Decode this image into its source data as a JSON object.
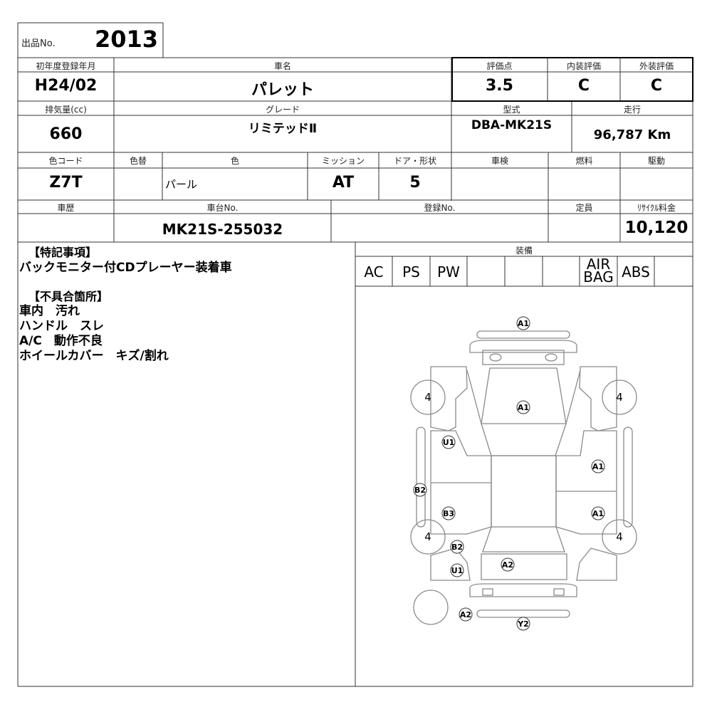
{
  "lot": {
    "label": "出品No.",
    "value": "2013"
  },
  "row1": {
    "reg_label": "初年度登録年月",
    "reg_value": "H24/02",
    "name_label": "車名",
    "name_value": "パレット",
    "score_label": "評価点",
    "score_value": "3.5",
    "interior_label": "内装評価",
    "interior_value": "C",
    "exterior_label": "外装評価",
    "exterior_value": "C"
  },
  "row2": {
    "disp_label": "排気量(cc)",
    "disp_value": "660",
    "grade_label": "グレード",
    "grade_value": "リミテッドⅡ",
    "model_label": "型式",
    "model_value": "DBA-MK21S",
    "mileage_label": "走行",
    "mileage_value": "96,787 Km"
  },
  "row3": {
    "color_code_label": "色コード",
    "color_code_value": "Z7T",
    "repaint_label": "色替",
    "repaint_value": "",
    "color_label": "色",
    "color_value": "パール",
    "mission_label": "ミッション",
    "mission_value": "AT",
    "door_label": "ドア・形状",
    "door_value": "5",
    "inspection_label": "車検",
    "inspection_value": "",
    "fuel_label": "燃料",
    "fuel_value": "",
    "drive_label": "駆動",
    "drive_value": ""
  },
  "row4": {
    "history_label": "車歴",
    "history_value": "",
    "chassis_label": "車台No.",
    "chassis_value": "MK21S-255032",
    "regno_label": "登録No.",
    "regno_value": "",
    "capacity_label": "定員",
    "capacity_value": "",
    "recycle_label": "ﾘｻｲｸﾙ料金",
    "recycle_value": "10,120"
  },
  "notes": {
    "special_heading": "【特記事項】",
    "special_lines": [
      "バックモニター付CDプレーヤー装着車"
    ],
    "defect_heading": "【不具合箇所】",
    "defect_lines": [
      "車内　汚れ",
      "ハンドル　スレ",
      "A/C　動作不良",
      "ホイールカバー　キズ/割れ"
    ]
  },
  "equipment": {
    "label": "装備",
    "items": [
      "AC",
      "PS",
      "PW",
      "",
      "",
      "",
      "AIR BAG",
      "ABS",
      ""
    ]
  },
  "diagram": {
    "marks": [
      "A1",
      "A1",
      "U1",
      "A1",
      "B2",
      "B3",
      "A1",
      "B2",
      "A2",
      "U1",
      "A2",
      "Y2"
    ],
    "tires": [
      "4",
      "4",
      "4",
      "4"
    ]
  }
}
